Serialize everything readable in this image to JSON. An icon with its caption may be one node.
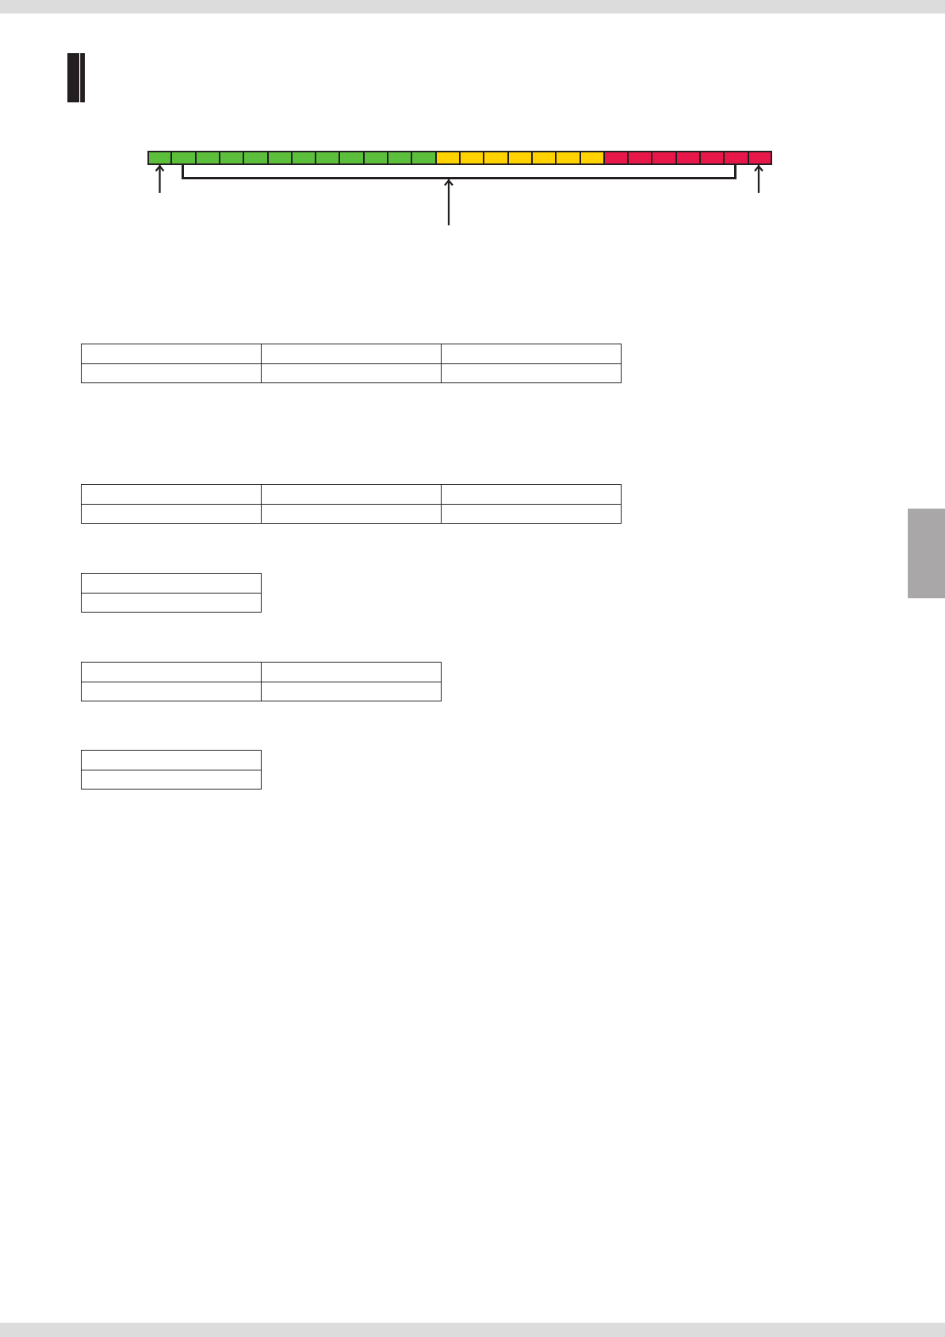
{
  "diagram": {
    "nodes": [
      {
        "text": [],
        "shape": "box"
      },
      {
        "text": [],
        "shape": "box"
      },
      {
        "text": [],
        "shape": "box"
      },
      {
        "text": [],
        "shape": "box"
      },
      {
        "text": [],
        "shape": "box"
      },
      {
        "text": [],
        "shape": "box"
      },
      {
        "text": [],
        "shape": "box"
      },
      {
        "text": [],
        "shape": "box"
      },
      {
        "text": [],
        "shape": "box"
      },
      {
        "text": [],
        "shape": "box"
      },
      {
        "text": [],
        "shape": "box"
      },
      {
        "text": [],
        "shape": "box"
      },
      {
        "text": [],
        "shape": "box"
      },
      {
        "text": [],
        "shape": "box"
      },
      {
        "text": [],
        "shape": "box"
      },
      {
        "text": [],
        "shape": "box"
      },
      {
        "text": [],
        "shape": "box"
      },
      {
        "text": [],
        "shape": "box"
      },
      {
        "text": [],
        "shape": "box"
      },
      {
        "text": [],
        "shape": "box"
      },
      {
        "text": [],
        "shape": "box"
      },
      {
        "text": [],
        "shape": "box"
      },
      {
        "text": [],
        "shape": "box"
      },
      {
        "text": [],
        "shape": "box"
      },
      {
        "text": [],
        "shape": "box"
      },
      {
        "text": [],
        "shape": "box"
      },
      {
        "text": [],
        "shape": "bracket"
      },
      {
        "text": [],
        "shape": "box"
      }
    ],
    "edges": [
      {
        "from": null,
        "to": 0,
        "arrow": "to"
      },
      {
        "from": null,
        "to": 26,
        "arrow": "to"
      },
      {
        "from": null,
        "to": 25,
        "arrow": "to"
      }
    ]
  }
}
